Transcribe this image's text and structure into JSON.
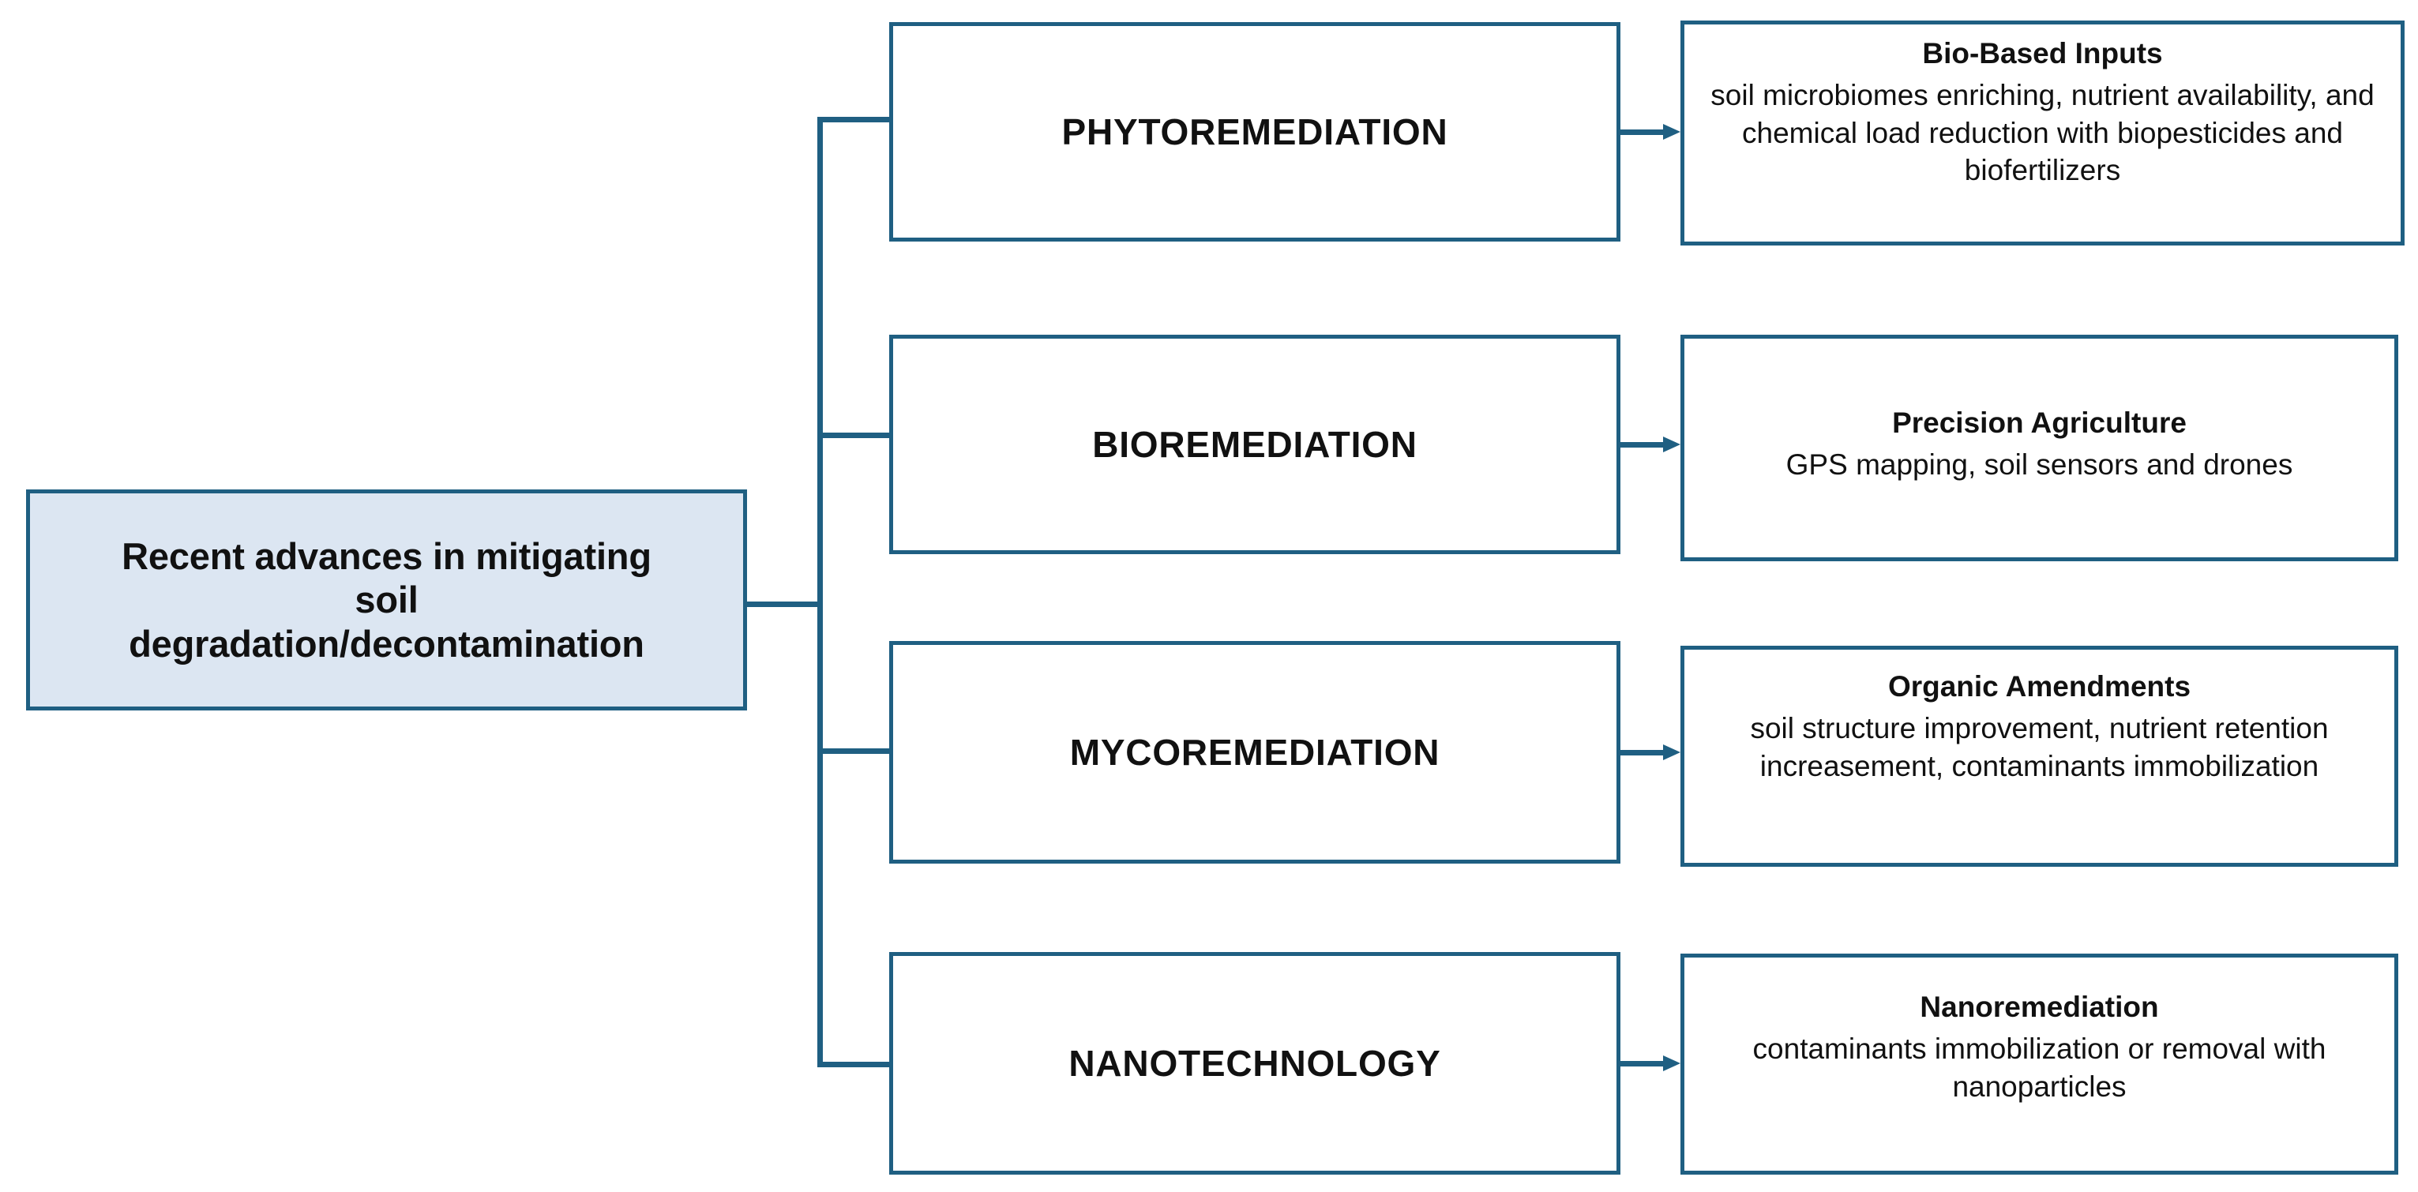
{
  "diagram": {
    "type": "tree-flowchart",
    "colors": {
      "border": "#1f5f82",
      "root_fill": "#dce6f2",
      "box_fill": "#ffffff",
      "text": "#111111",
      "background": "#ffffff"
    },
    "root": {
      "label": "Recent advances in mitigating\nsoil\ndegradation/decontamination"
    },
    "branches": [
      {
        "category": "PHYTOREMEDIATION",
        "detail_title": "Bio-Based Inputs",
        "detail_body": "soil microbiomes enriching, nutrient availability, and  chemical load reduction with biopesticides and biofertilizers"
      },
      {
        "category": "BIOREMEDIATION",
        "detail_title": "Precision Agriculture",
        "detail_body": "GPS mapping, soil sensors and drones"
      },
      {
        "category": "MYCOREMEDIATION",
        "detail_title": "Organic Amendments",
        "detail_body": "soil structure improvement, nutrient retention increasement, contaminants immobilization"
      },
      {
        "category": "NANOTECHNOLOGY",
        "detail_title": "Nanoremediation",
        "detail_body": "contaminants immobilization or removal with nanoparticles"
      }
    ]
  }
}
